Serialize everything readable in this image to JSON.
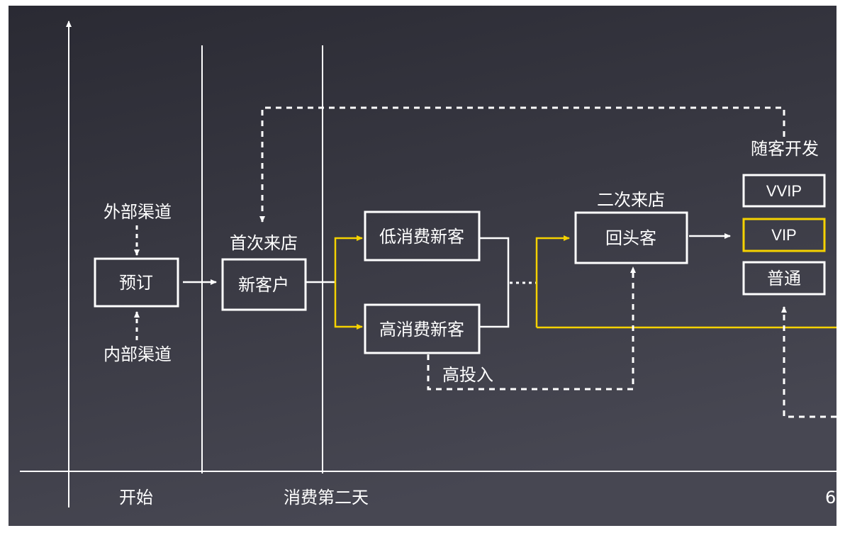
{
  "labels": {
    "external_channel": "外部渠道",
    "internal_channel": "内部渠道",
    "first_visit": "首次来店",
    "second_visit": "二次来店",
    "develop_with_guest": "随客开发",
    "high_investment": "高投入"
  },
  "boxes": {
    "booking": "预订",
    "new_customer": "新客户",
    "low_spend": "低消费新客",
    "high_spend": "高消费新客",
    "returning": "回头客",
    "vvip": "VVIP",
    "vip": "VIP",
    "regular": "普通"
  },
  "axis": {
    "start": "开始",
    "second_day": "消费第二天",
    "cut_label": "6"
  },
  "colors": {
    "background_top": "#2b2b34",
    "background_bottom": "#454550",
    "line": "#ffffff",
    "highlight": "#f5d200",
    "outer": "#ffffff"
  }
}
